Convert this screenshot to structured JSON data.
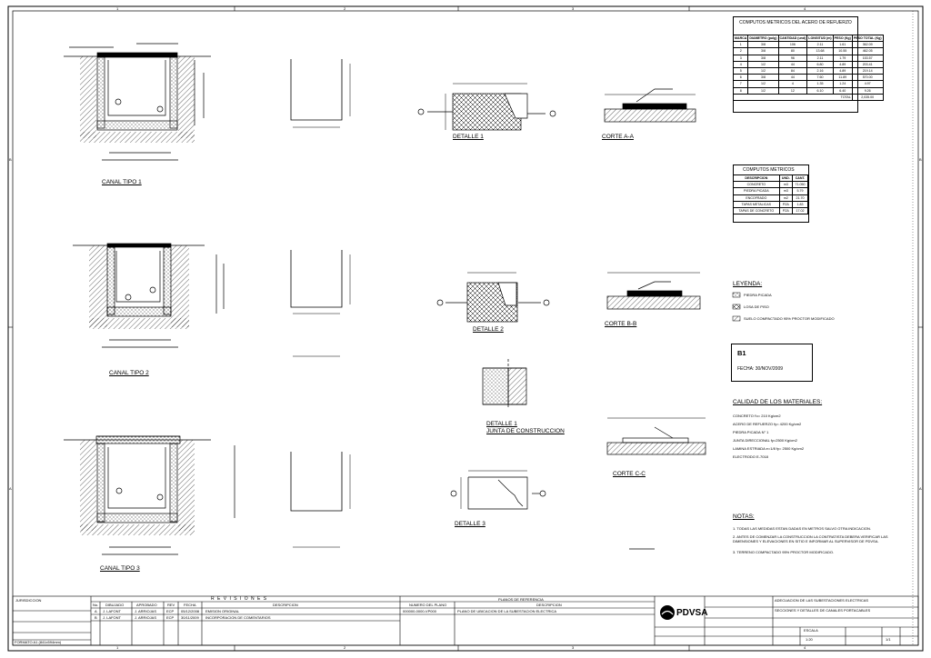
{
  "frame": {
    "col_numbers": [
      "1",
      "2",
      "3",
      "4"
    ],
    "row_letters": [
      "B",
      "A"
    ]
  },
  "details": {
    "canal1": "CANAL TIPO 1",
    "canal2": "CANAL TIPO 2",
    "canal3": "CANAL TIPO 3",
    "detalle1": "DETALLE 1",
    "detalle2": "DETALLE 2",
    "detalle3": "DETALLE 3",
    "junta_a": "DETALLE 1",
    "junta_b": "JUNTA DE CONSTRUCCION",
    "corte_a": "CORTE A-A",
    "corte_b": "CORTE B-B",
    "corte_c": "CORTE C-C"
  },
  "steel_table": {
    "title": "COMPUTOS METRICOS DEL ACERO DE REFUERZO",
    "headers": [
      "MARCA",
      "DIAMETRO (pulg)",
      "CANTIDAD (und)",
      "LONGITUD (m)",
      "PESO (Kg)",
      "PESO TOTAL (Kg)"
    ],
    "rows": [
      [
        "1",
        "3/8",
        "106",
        "2.11",
        "1.61",
        "362.09"
      ],
      [
        "2",
        "3/8",
        "80",
        "13.68",
        "10.55",
        "462.05"
      ],
      [
        "3",
        "3/8",
        "96",
        "2.11",
        "1.79",
        "153.57"
      ],
      [
        "4",
        "1/2",
        "44",
        "6.80",
        "4.89",
        "203.41"
      ],
      [
        "5",
        "1/2",
        "84",
        "2.16",
        "4.89",
        "219.14"
      ],
      [
        "6",
        "3/8",
        "44",
        "7.60",
        "11.89",
        "570.00"
      ],
      [
        "7",
        "1/2",
        "4",
        "1.35",
        "1.24",
        "4.97"
      ],
      [
        "8",
        "1/2",
        "12",
        "6.10",
        "6.40",
        "9.26"
      ]
    ],
    "total_label": "TOTAL",
    "total_value": "2,035.00"
  },
  "metric_table": {
    "title": "COMPUTOS METRICOS",
    "headers": [
      "DESCRIPCION",
      "UND.",
      "CANT."
    ],
    "rows": [
      [
        "CONCRETO",
        "m3",
        "71.050"
      ],
      [
        "PIEDRA PICADA",
        "m3",
        "5.79"
      ],
      [
        "ENCOFRADO",
        "m2",
        "21.70"
      ],
      [
        "TAPAS METALICAS",
        "PZA",
        "1.83"
      ],
      [
        "TAPAS DE CONCRETO",
        "PZA",
        "17.02"
      ]
    ]
  },
  "legend": {
    "title": "LEYENDA:",
    "items": [
      "PIEDRA PICADA",
      "LOSA DE PISO",
      "SUELO COMPACTADO 95% PROCTOR MODIFICADO"
    ]
  },
  "revision_stamp": {
    "mark": "B1",
    "fecha": "FECHA: 30/NOV/2009"
  },
  "materials": {
    "title": "CALIDAD DE LOS MATERIALES:",
    "lines": [
      "CONCRETO f'c= 210 Kg/cm2",
      "ACERO DE REFUERZO fy= 4200 Kg/cm2",
      "PIEDRA PICADA N° 1",
      "JUNTA DIRECCIONAL fy=2500 Kg/cm2",
      "LAMINA ESTRIADA e=1/8 fy= 2500 Kg/cm2",
      "ELECTRODO E-7018"
    ]
  },
  "notes": {
    "title": "NOTAS:",
    "lines": [
      "1.  TODAS LAS MEDIDAS ESTAN DADAS EN METROS SALVO OTRA INDICACION.",
      "2.  ANTES DE COMENZAR LA CONSTRUCCION LA CONTRATISTA DEBERA VERIFICAR LAS DIMENSIONES Y ELEVACIONES EN SITIO E INFORMAR AL SUPERVISOR DE PDVSA.",
      "3.  TERRENO COMPACTADO 95% PROCTOR MODIFICADO."
    ]
  },
  "title_block": {
    "revisions_title": "R E V I S I O N E S",
    "rev_headers": [
      "No.",
      "DIBUJADO",
      "APROBADO",
      "REV",
      "FECHA",
      "DESCRIPCION"
    ],
    "rev_rows": [
      [
        "A",
        "J. LAFONT",
        "J. ARRIOJAS",
        "ECP",
        "05/12/2008",
        "EMISION ORIGINAL"
      ],
      [
        "B",
        "J. LAFONT",
        "J. ARRIOJAS",
        "ECP",
        "30/11/2009",
        "INCORPORACION DE COMENTARIOS"
      ]
    ],
    "ref_title": "PLANOS DE REFERENCIA",
    "ref_headers": [
      "NUMERO DEL PLANO",
      "DESCRIPCION"
    ],
    "ref_row": [
      "000000-0000-VP000",
      "PLANO DE UBICACION DE LA SUBESTACION ELECTRICA"
    ],
    "jurisdiccion": "JURISDICCION",
    "company": "PDVSA",
    "project": "ADECUACION DE LAS SUBESTACIONES ELECTRICAS",
    "drawing_title": "SECCIONES Y DETALLES DE CANALES PORTACABLES",
    "scale_label": "ESCALA",
    "scale": "1:20",
    "sheet": "1/1",
    "format": "FORMATO A1 (841x594mm)"
  }
}
